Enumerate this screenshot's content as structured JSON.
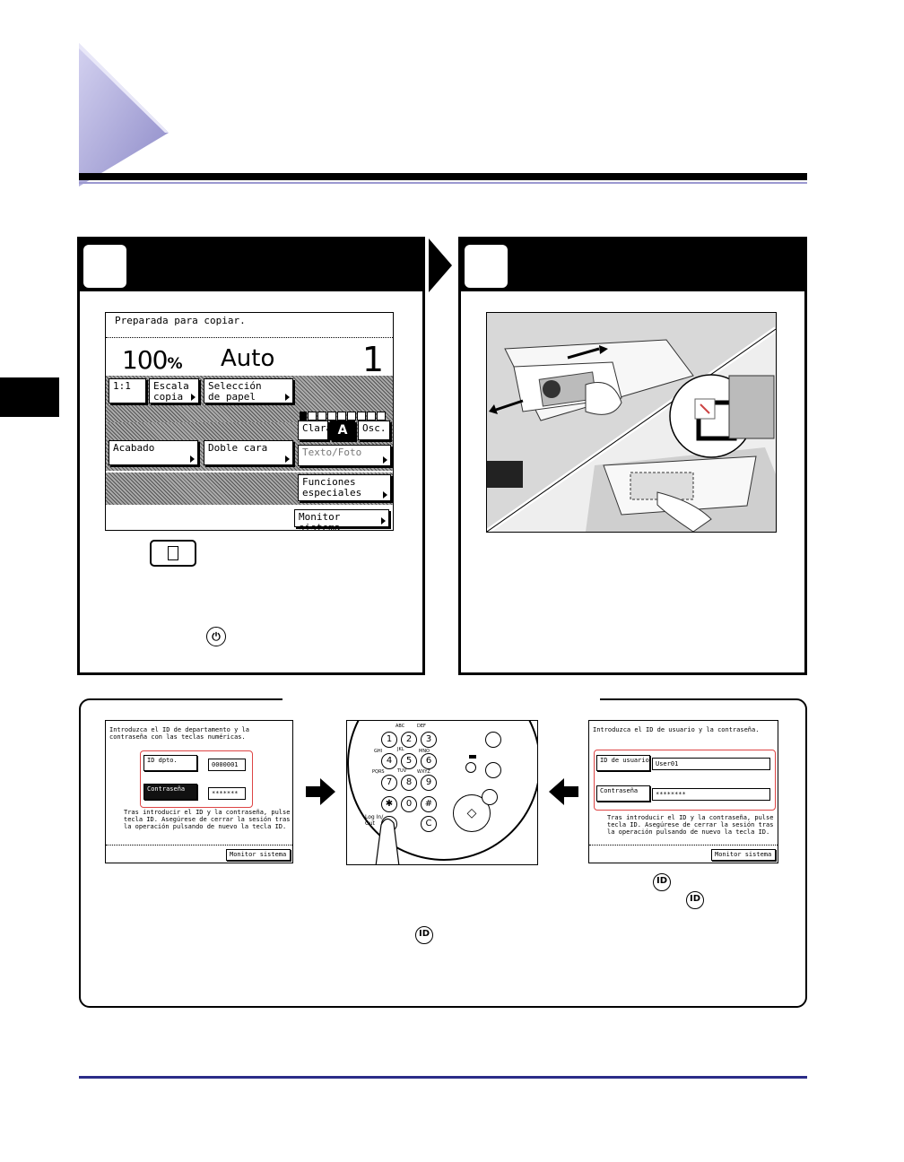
{
  "copier_panel": {
    "status": "Preparada para copiar.",
    "zoom": "100",
    "zoom_unit": "%",
    "paper": "Auto",
    "copies": "1",
    "btn_ratio": "1:1",
    "btn_scale_line1": "Escala",
    "btn_scale_line2": "copia",
    "btn_paper_line1": "Selección",
    "btn_paper_line2": "de papel",
    "btn_light": "Clara",
    "btn_auto": "A",
    "btn_dark": "Osc.",
    "btn_finish": "Acabado",
    "btn_duplex": "Doble cara",
    "btn_text_photo": "Texto/Foto",
    "btn_special_line1": "Funciones",
    "btn_special_line2": "especiales",
    "btn_monitor": "Monitor sistema"
  },
  "dept_screen": {
    "prompt": "Introduzca el ID de departamento y la\ncontraseña con las teclas numéricas.",
    "id_label": "ID dpto.",
    "id_value": "0000001",
    "pwd_label": "Contraseña",
    "pwd_value": "*******",
    "note": "Tras introducir el ID y la contraseña, pulse la\ntecla ID. Asegúrese de cerrar la sesión tras\nla operación pulsando de nuevo la tecla ID.",
    "monitor": "Monitor sistema"
  },
  "user_screen": {
    "prompt": "Introduzca el ID de usuario y la contraseña.",
    "id_label": "ID de usuario",
    "id_value": "User01",
    "pwd_label": "Contraseña",
    "pwd_value": "********",
    "note": "Tras introducir el ID y la contraseña, pulse la\ntecla ID. Asegúrese de cerrar la sesión tras\nla operación pulsando de nuevo la tecla ID.",
    "monitor": "Monitor sistema"
  },
  "keypad": {
    "keys": [
      "1",
      "2",
      "3",
      "4",
      "5",
      "6",
      "7",
      "8",
      "9",
      "✱",
      "0",
      "#",
      "C"
    ],
    "labels": [
      "ABC",
      "DEF",
      "GHI",
      "JKL",
      "MNO",
      "PQRS",
      "TUV",
      "WXYZ"
    ],
    "login_label_line1": "Log In/",
    "login_label_line2": "Out",
    "id_key": "ID"
  },
  "icons": {
    "id_key": "ID",
    "power": "⏻"
  },
  "colors": {
    "accent_purple": "#9b98d0",
    "rule_blue": "#2b2c88",
    "highlight_red": "#d44444"
  }
}
